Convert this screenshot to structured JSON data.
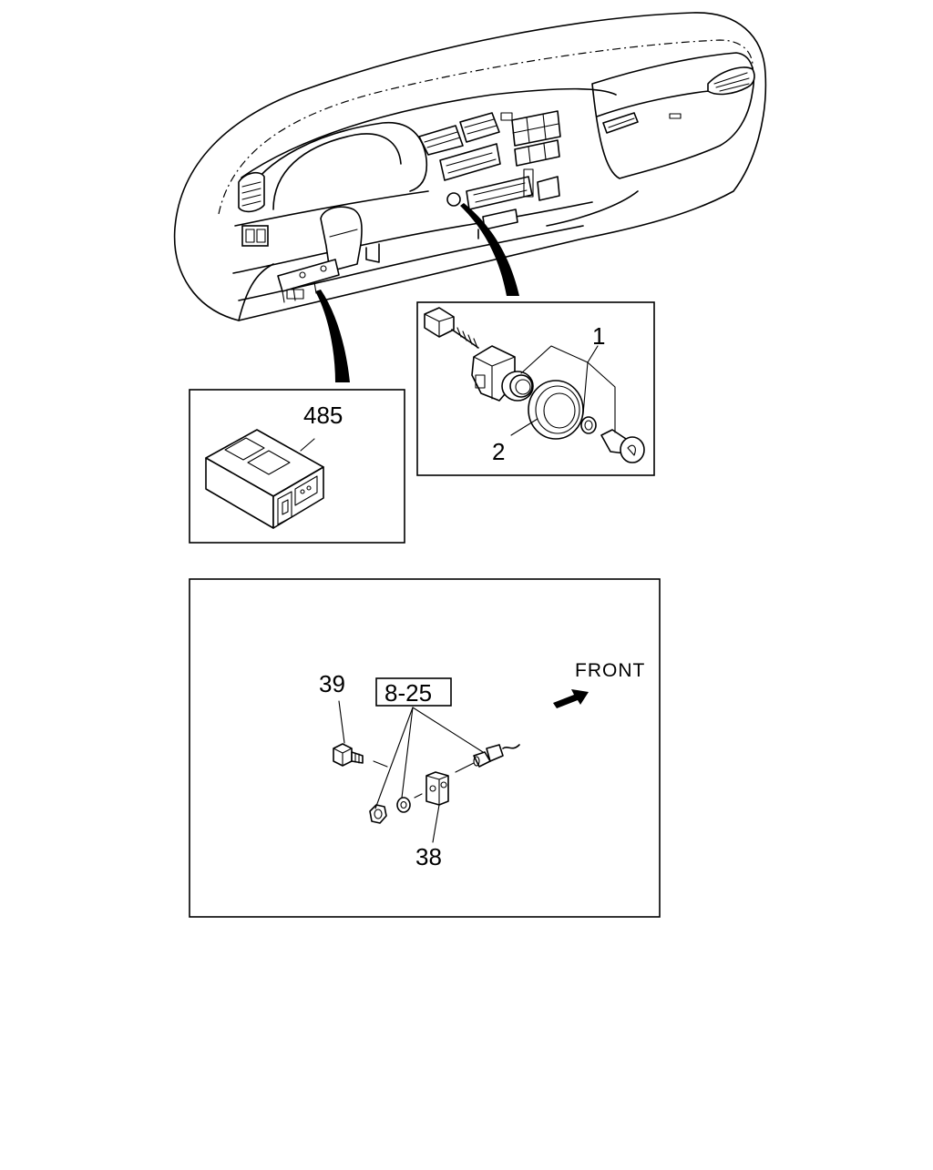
{
  "callouts": {
    "part_1": "1",
    "part_2": "2",
    "part_485": "485",
    "ref_8_25": "8-25",
    "part_38": "38",
    "part_39": "39",
    "front": "FRONT"
  }
}
